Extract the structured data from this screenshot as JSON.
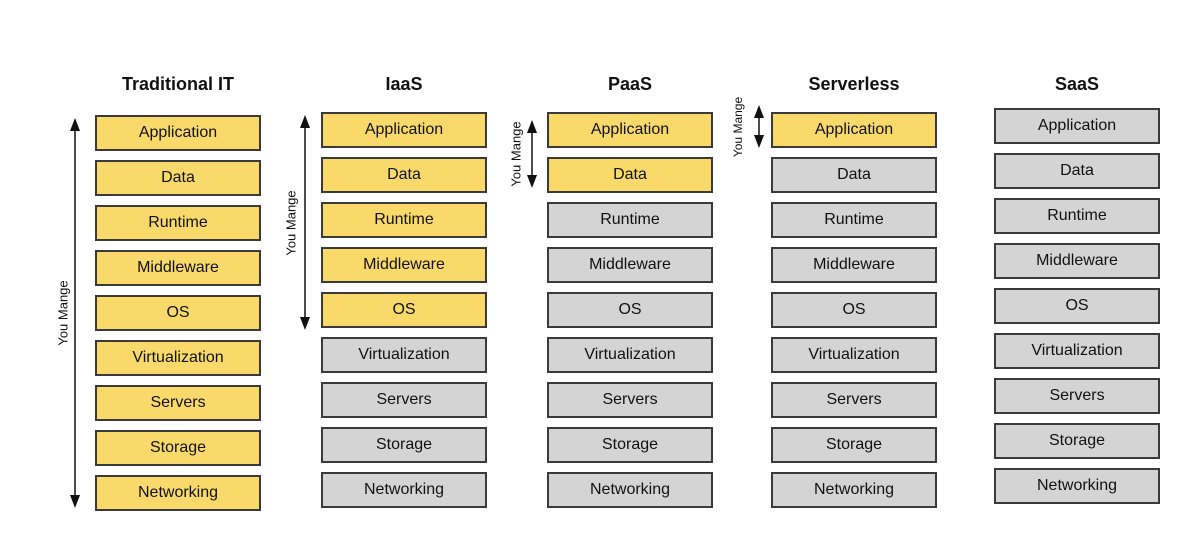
{
  "columns": [
    {
      "title": "Traditional IT",
      "you_manage_label": "You Mange",
      "layers": [
        {
          "label": "Application",
          "managed": true
        },
        {
          "label": "Data",
          "managed": true
        },
        {
          "label": "Runtime",
          "managed": true
        },
        {
          "label": "Middleware",
          "managed": true
        },
        {
          "label": "OS",
          "managed": true
        },
        {
          "label": "Virtualization",
          "managed": true
        },
        {
          "label": "Servers",
          "managed": true
        },
        {
          "label": "Storage",
          "managed": true
        },
        {
          "label": "Networking",
          "managed": true
        }
      ]
    },
    {
      "title": "IaaS",
      "you_manage_label": "You Mange",
      "layers": [
        {
          "label": "Application",
          "managed": true
        },
        {
          "label": "Data",
          "managed": true
        },
        {
          "label": "Runtime",
          "managed": true
        },
        {
          "label": "Middleware",
          "managed": true
        },
        {
          "label": "OS",
          "managed": true
        },
        {
          "label": "Virtualization",
          "managed": false
        },
        {
          "label": "Servers",
          "managed": false
        },
        {
          "label": "Storage",
          "managed": false
        },
        {
          "label": "Networking",
          "managed": false
        }
      ]
    },
    {
      "title": "PaaS",
      "you_manage_label": "You Mange",
      "layers": [
        {
          "label": "Application",
          "managed": true
        },
        {
          "label": "Data",
          "managed": true
        },
        {
          "label": "Runtime",
          "managed": false
        },
        {
          "label": "Middleware",
          "managed": false
        },
        {
          "label": "OS",
          "managed": false
        },
        {
          "label": "Virtualization",
          "managed": false
        },
        {
          "label": "Servers",
          "managed": false
        },
        {
          "label": "Storage",
          "managed": false
        },
        {
          "label": "Networking",
          "managed": false
        }
      ]
    },
    {
      "title": "Serverless",
      "you_manage_label": "You Mange",
      "layers": [
        {
          "label": "Application",
          "managed": true
        },
        {
          "label": "Data",
          "managed": false
        },
        {
          "label": "Runtime",
          "managed": false
        },
        {
          "label": "Middleware",
          "managed": false
        },
        {
          "label": "OS",
          "managed": false
        },
        {
          "label": "Virtualization",
          "managed": false
        },
        {
          "label": "Servers",
          "managed": false
        },
        {
          "label": "Storage",
          "managed": false
        },
        {
          "label": "Networking",
          "managed": false
        }
      ]
    },
    {
      "title": "SaaS",
      "you_manage_label": "",
      "layers": [
        {
          "label": "Application",
          "managed": false
        },
        {
          "label": "Data",
          "managed": false
        },
        {
          "label": "Runtime",
          "managed": false
        },
        {
          "label": "Middleware",
          "managed": false
        },
        {
          "label": "OS",
          "managed": false
        },
        {
          "label": "Virtualization",
          "managed": false
        },
        {
          "label": "Servers",
          "managed": false
        },
        {
          "label": "Storage",
          "managed": false
        },
        {
          "label": "Networking",
          "managed": false
        }
      ]
    }
  ],
  "colors": {
    "managed": "#fad96b",
    "provider": "#d4d4d4",
    "border": "#3a3a3a"
  }
}
